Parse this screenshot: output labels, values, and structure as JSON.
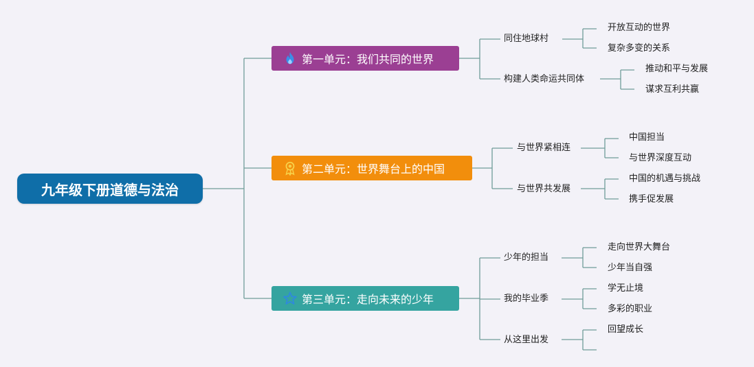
{
  "root": {
    "label": "九年级下册道德与法治"
  },
  "colors": {
    "root": "#0f6ea8",
    "line": "#6f9c98",
    "unit1": "#9b3f93",
    "unit2": "#f28e0c",
    "unit3": "#35a4a0"
  },
  "units": [
    {
      "label": "第一单元：我们共同的世界",
      "icon": "flame-icon",
      "lessons": [
        {
          "label": "同住地球村",
          "topics": [
            "开放互动的世界",
            "复杂多变的关系"
          ]
        },
        {
          "label": "构建人类命运共同体",
          "topics": [
            "推动和平与发展",
            "谋求互利共赢"
          ]
        }
      ]
    },
    {
      "label": "第二单元：世界舞台上的中国",
      "icon": "medal-icon",
      "lessons": [
        {
          "label": "与世界紧相连",
          "topics": [
            "中国担当",
            "与世界深度互动"
          ]
        },
        {
          "label": "与世界共发展",
          "topics": [
            "中国的机遇与挑战",
            "携手促发展"
          ]
        }
      ]
    },
    {
      "label": "第三单元：走向未来的少年",
      "icon": "star-icon",
      "lessons": [
        {
          "label": "少年的担当",
          "topics": [
            "走向世界大舞台",
            "少年当自强"
          ]
        },
        {
          "label": "我的毕业季",
          "topics": [
            "学无止境",
            "多彩的职业"
          ]
        },
        {
          "label": "从这里出发",
          "topics": [
            "回望成长",
            ""
          ]
        }
      ]
    }
  ]
}
